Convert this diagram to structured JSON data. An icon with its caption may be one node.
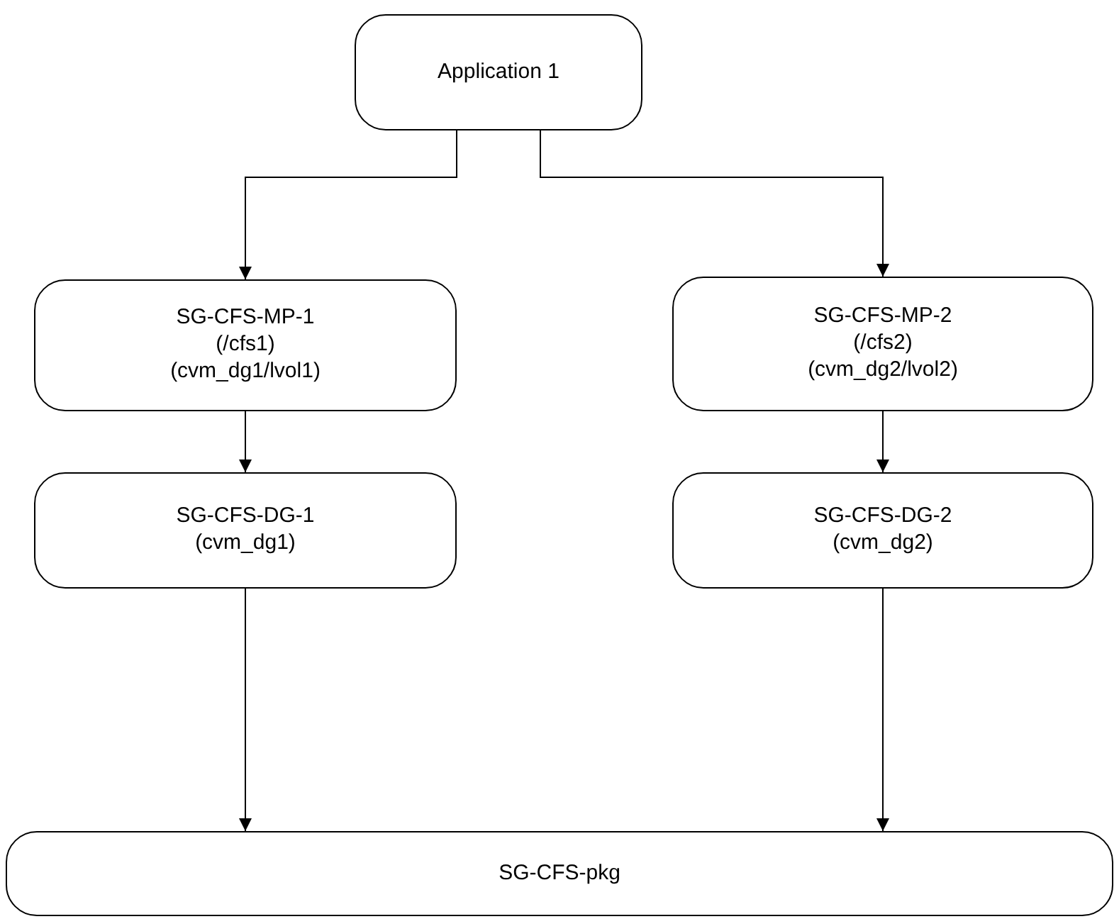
{
  "diagram": {
    "nodes": [
      {
        "text": [
          "Application 1"
        ]
      },
      {
        "text": [
          "SG-CFS-MP-1",
          "(/cfs1)",
          "(cvm_dg1/lvol1)"
        ]
      },
      {
        "text": [
          "SG-CFS-MP-2",
          "(/cfs2)",
          "(cvm_dg2/lvol2)"
        ]
      },
      {
        "text": [
          "SG-CFS-DG-1",
          "(cvm_dg1)"
        ]
      },
      {
        "text": [
          "SG-CFS-DG-2",
          "(cvm_dg2)"
        ]
      },
      {
        "text": [
          "SG-CFS-pkg"
        ]
      }
    ],
    "edges": [
      {
        "from": 0,
        "to": 1,
        "arrow": "to"
      },
      {
        "from": 0,
        "to": 2,
        "arrow": "to"
      },
      {
        "from": 1,
        "to": 3,
        "arrow": "to"
      },
      {
        "from": 2,
        "to": 4,
        "arrow": "to"
      },
      {
        "from": 3,
        "to": 5,
        "arrow": "to"
      },
      {
        "from": 4,
        "to": 5,
        "arrow": "to"
      }
    ]
  }
}
